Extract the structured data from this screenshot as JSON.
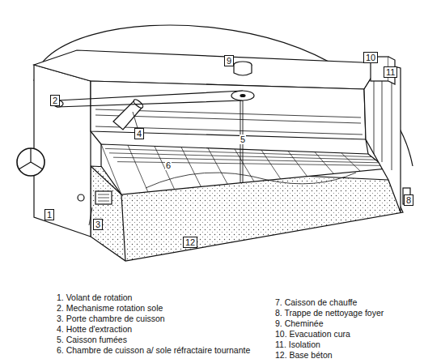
{
  "diagram": {
    "labels": [
      "1",
      "2",
      "3",
      "4",
      "5",
      "6",
      "8",
      "9",
      "10",
      "11",
      "12",
      "1.  Volant de rotation",
      "2.  Mechanisme rotation sole",
      "3.  Porte chambre de cuisson",
      "4.  Hotte d'extraction",
      "5.  Caisson fumées",
      "6.  Chambre de cuisson a/ sole réfractaire tournante",
      "7.  Caisson de chauffe",
      "8.  Trappe de nettoyage foyer",
      "9.  Cheminée",
      "10.  Evacuation cura",
      "11.  Isolation",
      "12.  Base béton"
    ]
  }
}
